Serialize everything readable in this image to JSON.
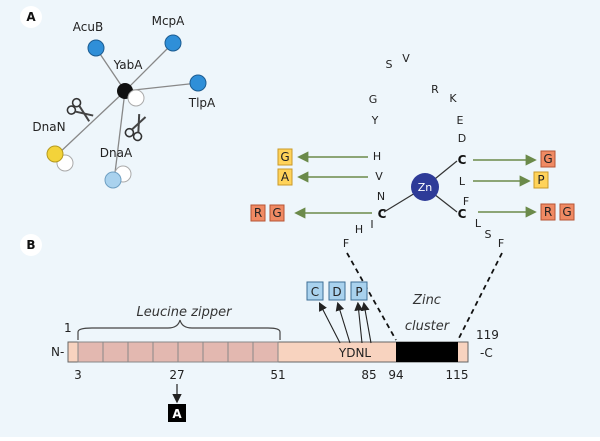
{
  "panel_a": {
    "label": "A",
    "hub": "YabA",
    "partners": {
      "acub": "AcuB",
      "mcpa": "McpA",
      "tlpa": "TlpA",
      "dnan": "DnaN",
      "dnaa": "DnaA"
    },
    "colors": {
      "blue": "#2f8fd8",
      "yellow": "#f3d33a",
      "light_blue": "#a9d2ee",
      "hub": "#111111"
    }
  },
  "zinc_finger": {
    "zn_label": "Zn",
    "loop": [
      "S",
      "V",
      "R",
      "K"
    ],
    "left_strand": [
      "G",
      "Y",
      "H",
      "V",
      "N",
      "C",
      "I",
      "H",
      "F"
    ],
    "right_strand": [
      "E",
      "D",
      "C",
      "L",
      "F",
      "C",
      "L",
      "S",
      "F"
    ],
    "left_mutations": {
      "row1": [
        "G"
      ],
      "row2": [
        "A"
      ],
      "row3": [
        "R",
        "G"
      ]
    },
    "right_mutations": {
      "row1": [
        "G"
      ],
      "row2": [
        "P"
      ],
      "row3": [
        "R",
        "G"
      ]
    },
    "colors": {
      "zn": "#2e3b98",
      "arrow": "#6b8a4a",
      "orange": "#f08a63",
      "yellow": "#ffd35a"
    }
  },
  "panel_b": {
    "label": "B",
    "n_term": "N-",
    "c_term": "-C",
    "leucine_zipper": "Leucine zipper",
    "zinc_cluster": [
      "Zinc",
      "cluster"
    ],
    "motif": "YDNL",
    "mutation_boxes": [
      "C",
      "D",
      "P"
    ],
    "box_a": "A",
    "numbers": {
      "n1": "1",
      "n3": "3",
      "n27": "27",
      "n51": "51",
      "n85": "85",
      "n94": "94",
      "n115": "115",
      "n119": "119"
    },
    "colors": {
      "bar": "#f8d3bf",
      "segment": "#e3b8b0",
      "cluster": "#000000",
      "box_blue": "#a9d2ee"
    }
  }
}
